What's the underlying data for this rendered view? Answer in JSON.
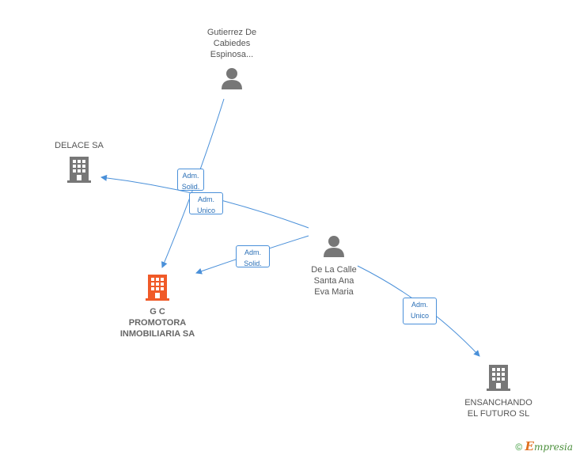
{
  "colors": {
    "edge": "#4a90d9",
    "node_icon": "#777777",
    "main_icon": "#f05a28"
  },
  "nodes": {
    "gutierrez": {
      "label": "Gutierrez De\nCabiedes\nEspinosa...",
      "icon": "person-icon"
    },
    "delace": {
      "label": "DELACE SA",
      "icon": "building-icon"
    },
    "gc": {
      "label": "G C\nPROMOTORA\nINMOBILIARIA SA",
      "icon": "building-icon"
    },
    "delacalle": {
      "label": "De La Calle\nSanta Ana\nEva Maria",
      "icon": "person-icon"
    },
    "ensanchando": {
      "label": "ENSANCHANDO\nEL FUTURO  SL",
      "icon": "building-icon"
    }
  },
  "edges": {
    "e1": {
      "label": "Adm.\nSolid."
    },
    "e2": {
      "label": "Adm.\nUnico"
    },
    "e3": {
      "label": "Adm.\nSolid."
    },
    "e4": {
      "label": "Adm.\nUnico"
    }
  },
  "footer": {
    "copyright": "©",
    "brand_initial": "E",
    "brand_rest": "mpresia"
  }
}
